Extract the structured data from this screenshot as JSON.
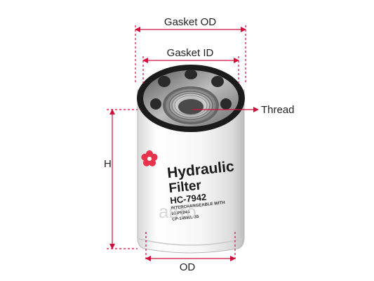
{
  "dimensions": {
    "gasket_od": "Gasket OD",
    "gasket_id": "Gasket ID",
    "thread": "Thread",
    "height": "H",
    "od": "OD"
  },
  "product": {
    "line1": "Hydraulic",
    "line2": "Filter",
    "part_number": "HC-7942",
    "interchange_label": "INTERCHANGEABLE WITH",
    "interchange_1": "93-P8244",
    "interchange_2": "CP-145WL-35"
  },
  "watermark": "авто",
  "colors": {
    "dimension_line": "#d0103a",
    "can_body": "#f4f4f4",
    "logo": "#e8334a"
  },
  "icons": {
    "brand_logo": "sakura-flower-logo"
  }
}
